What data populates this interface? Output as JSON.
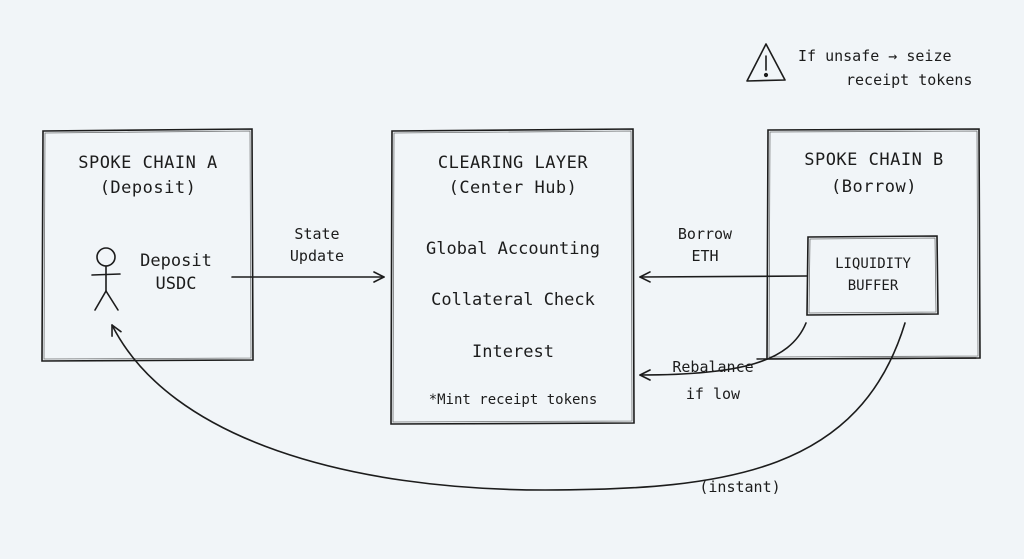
{
  "warning": {
    "icon": "warning-triangle-icon",
    "line1": "If unsafe → seize",
    "line2": "receipt tokens"
  },
  "spoke_a": {
    "title": "SPOKE CHAIN A",
    "subtitle": "(Deposit)",
    "actor_icon": "stick-figure-user-icon",
    "action_line1": "Deposit",
    "action_line2": "USDC"
  },
  "clearing": {
    "title": "CLEARING LAYER",
    "subtitle": "(Center Hub)",
    "items": [
      "Global Accounting",
      "Collateral Check",
      "Interest"
    ],
    "note": "*Mint receipt tokens"
  },
  "spoke_b": {
    "title": "SPOKE CHAIN B",
    "subtitle": "(Borrow)",
    "buffer_line1": "LIQUIDITY",
    "buffer_line2": "BUFFER"
  },
  "edges": {
    "state_update": [
      "State",
      "Update"
    ],
    "borrow": [
      "Borrow",
      "ETH"
    ],
    "rebalance": [
      "Rebalance",
      "if low"
    ],
    "instant": "(instant)"
  }
}
